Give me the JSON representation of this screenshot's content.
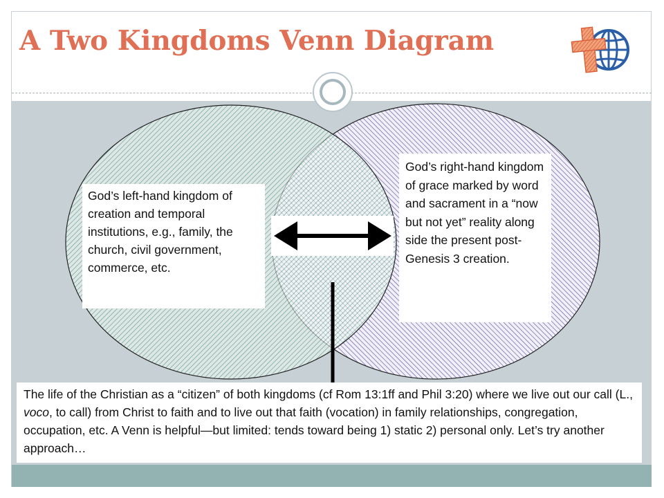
{
  "slide": {
    "title": "A Two Kingdoms Venn Diagram"
  },
  "colors": {
    "title": "#e07055",
    "left_circle": "#2f8a6b",
    "right_circle": "#6a5fa8",
    "content_background": "#c6d0d5",
    "footer_bar": "#93b2b2"
  },
  "logo": {
    "icon": "cross-globe-logo-icon"
  },
  "diagram": {
    "left_text": "God’s left-hand kingdom of creation and temporal institutions, e.g., family, the church, civil government, commerce, etc.",
    "right_text": "God’s right-hand kingdom of grace marked by word and sacrament in a “now but not yet” reality along side the present post-Genesis 3 creation.",
    "bottom_text": "The life of the Christian as a “citizen” of both kingdoms (cf Rom 13:1ff and Phil 3:20) where we live out our call (L., voco, to call) from Christ to faith and to live out that faith (vocation) in family relationships, congregation, occupation, etc.    A Venn is helpful—but limited: tends toward being  1) static     2) personal only.     Let’s try another approach…",
    "arrow_icon": "double-headed-arrow-icon",
    "pointer_icon": "vertical-pointer-line-icon"
  }
}
